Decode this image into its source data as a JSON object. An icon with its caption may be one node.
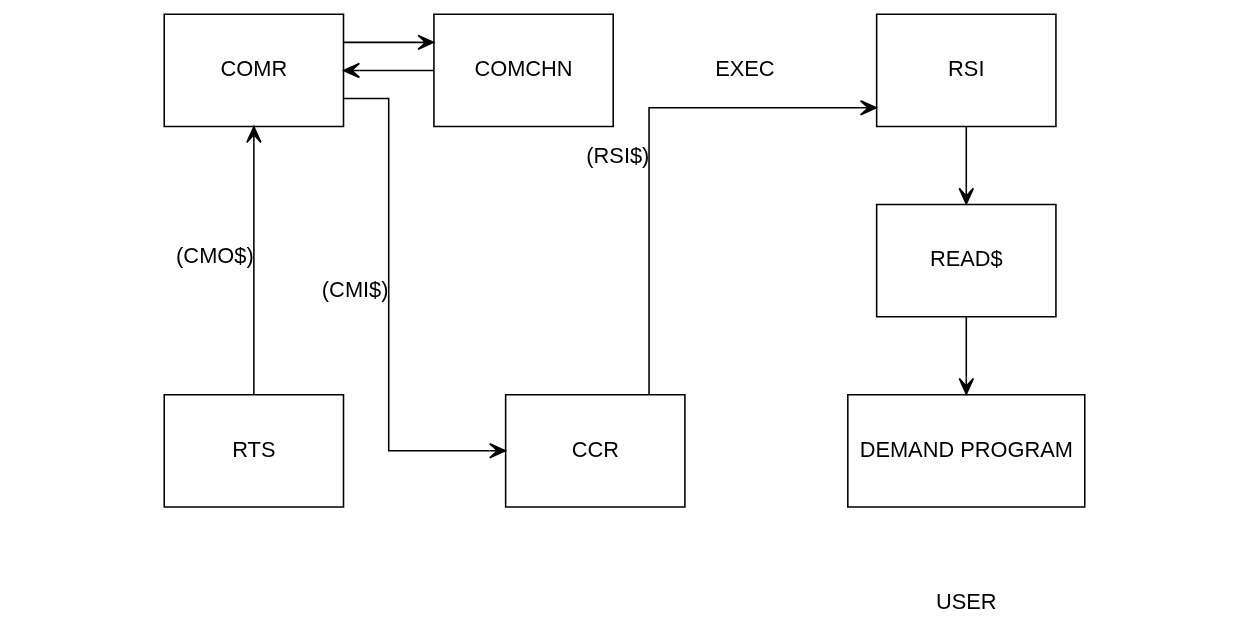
{
  "diagram": {
    "nodes": [
      {
        "text": [
          "RSI"
        ]
      },
      {
        "text": [
          "READ$"
        ]
      },
      {
        "text": [
          "DEMAND PROGRAM"
        ]
      },
      {
        "text": [
          "CCR"
        ]
      },
      {
        "text": [
          "COMR"
        ]
      },
      {
        "text": [
          "COMCHN"
        ]
      },
      {
        "text": [
          "RTS"
        ]
      }
    ],
    "edges": [
      {
        "from": 0,
        "to": 1,
        "arrow": "to"
      },
      {
        "from": 1,
        "to": 2,
        "arrow": "to"
      },
      {
        "from": 3,
        "to": 0,
        "arrow": "to",
        "label": "(RSI$)"
      },
      {
        "from": 4,
        "to": 3,
        "arrow": "to",
        "label": "(CMI$)"
      },
      {
        "from": 6,
        "to": 4,
        "arrow": "to",
        "label": "(CMO$)"
      },
      {
        "from": 5,
        "to": 4,
        "arrow": "to"
      },
      {
        "from": 4,
        "to": 5,
        "arrow": "to"
      }
    ],
    "labels": [
      "EXEC",
      "USER"
    ]
  }
}
